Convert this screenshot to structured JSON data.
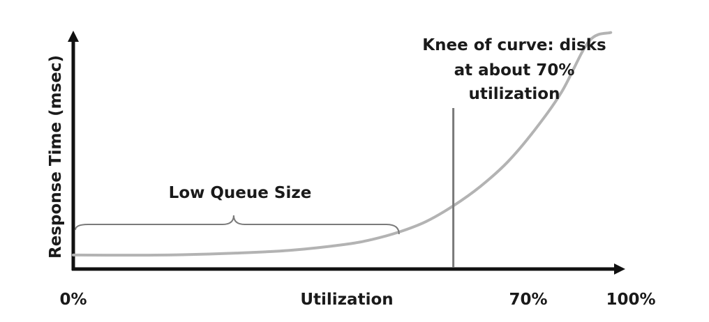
{
  "chart_data": {
    "type": "line",
    "ylabel": "Response Time (msec)",
    "xlabel": "Utilization",
    "x_tick_labels": [
      "0%",
      "70%",
      "100%"
    ],
    "x_ticks": [
      0,
      70,
      100
    ],
    "xlim": [
      0,
      100
    ],
    "ylim": [
      0,
      100
    ],
    "grid": false,
    "series": [
      {
        "color": "#b3b3b3",
        "x": [
          0,
          10,
          20,
          30,
          40,
          50,
          55,
          60,
          65,
          70,
          75,
          80,
          85,
          90,
          95,
          99
        ],
        "y": [
          6,
          5.9,
          6.1,
          6.8,
          8,
          10.5,
          12.6,
          15.8,
          20.3,
          27,
          35.3,
          45.7,
          59.4,
          75.8,
          97.3,
          101
        ]
      }
    ],
    "annotations": [
      {
        "id": "knee",
        "lines": [
          "Knee of curve: disks",
          "at about 70%",
          "utilization"
        ],
        "x": 70,
        "color": "#7a7a7a"
      },
      {
        "id": "low-queue",
        "text": "Low Queue Size",
        "x_range": [
          0,
          60
        ],
        "color": "#7a7a7a"
      }
    ],
    "axis_color": "#111111"
  }
}
